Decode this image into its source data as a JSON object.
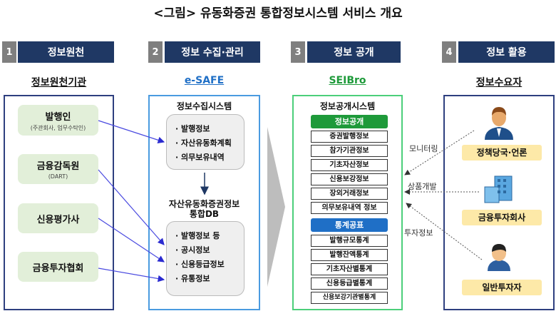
{
  "title": "<그림> 유동화증권 통합정보시스템 서비스 개요",
  "steps": [
    {
      "num": "1",
      "label": "정보원천",
      "sub": "정보원천기관"
    },
    {
      "num": "2",
      "label": "정보 수집·관리",
      "sub": "e-SAFE"
    },
    {
      "num": "3",
      "label": "정보 공개",
      "sub": "SEIBro"
    },
    {
      "num": "4",
      "label": "정보 활용",
      "sub": "정보수요자"
    }
  ],
  "sources": [
    {
      "name": "발행인",
      "note": "(주관회사, 업무수탁인)"
    },
    {
      "name": "금융감독원",
      "note": "(DART)"
    },
    {
      "name": "신용평가사"
    },
    {
      "name": "금융투자협회"
    }
  ],
  "collect": {
    "title": "정보수집시스템",
    "items": [
      "· 발행정보",
      "· 자산유동화계획",
      "· 의무보유내역"
    ],
    "db_title": "자산유동화증권정보",
    "db_title2": "통합DB",
    "db_items": [
      "· 발행정보 등",
      "· 공시정보",
      "· 신용등급정보",
      "· 유통정보"
    ]
  },
  "disclose": {
    "title": "정보공개시스템",
    "tag1": "정보공개",
    "items1": [
      "증권발행정보",
      "참가기관정보",
      "기초자산정보",
      "신용보강정보",
      "장외거래정보",
      "의무보유내역 정보"
    ],
    "tag2": "통계공표",
    "items2": [
      "발행규모통계",
      "발행잔액통계",
      "기초자산별통계",
      "신용등급별통계",
      "신용보강기관별통계"
    ]
  },
  "users": {
    "flows": [
      "모니터링",
      "상품개발",
      "투자정보"
    ],
    "groups": [
      "정책당국·언론",
      "금융투자회사",
      "일반투자자"
    ]
  },
  "colors": {
    "navy": "#1f3864",
    "green": "#1e9a3a",
    "blue": "#1f6fc6",
    "yellow": "#fde9a8"
  }
}
